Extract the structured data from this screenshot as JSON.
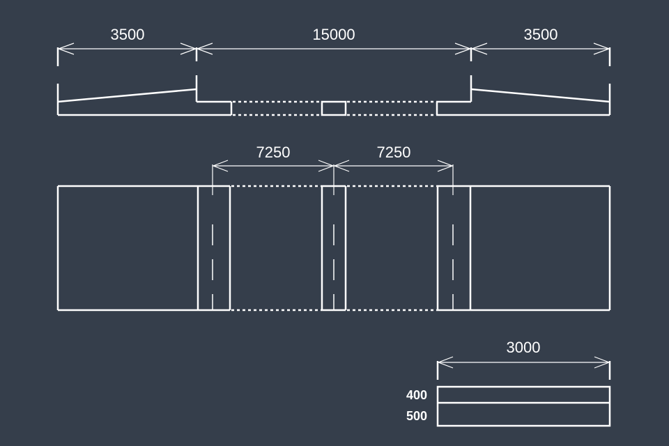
{
  "elevation": {
    "dims": [
      "3500",
      "15000",
      "3500"
    ]
  },
  "plan": {
    "dims": [
      "7250",
      "7250"
    ]
  },
  "section": {
    "width_dim": "3000",
    "layers": [
      "400",
      "500"
    ]
  },
  "colors": {
    "background": "#353e4b",
    "lines": "#ffffff"
  }
}
